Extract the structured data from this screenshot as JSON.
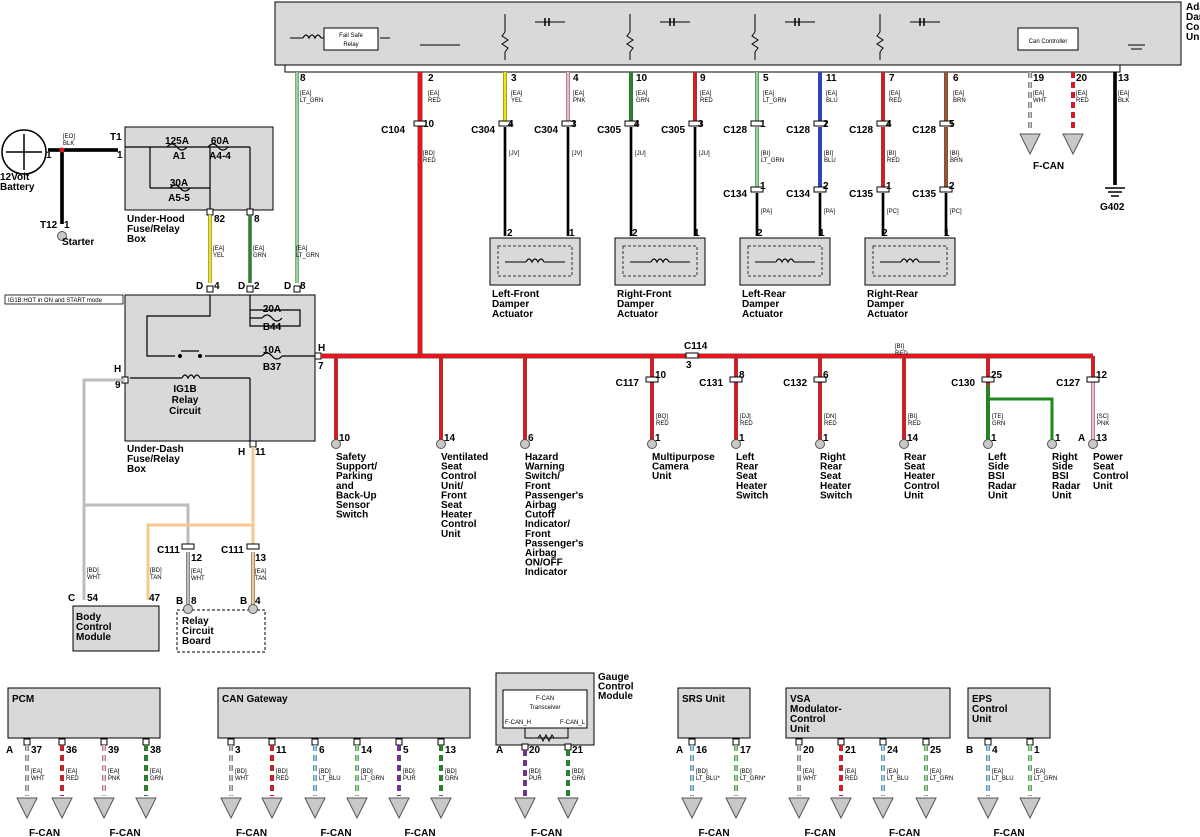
{
  "top_unit": {
    "title": [
      "Adaptive",
      "Damper",
      "Control",
      "Unit"
    ],
    "fail_safe_relay": [
      "Fail Safe",
      "Relay"
    ],
    "can_controller": "Can Controller"
  },
  "battery": {
    "label": [
      "12Volt",
      "Battery"
    ],
    "pin": "1",
    "wire": [
      "[EO]",
      "BLK"
    ]
  },
  "starter": {
    "connector": "T12",
    "pin": "1",
    "label": "Starter"
  },
  "under_hood": {
    "label": [
      "Under-Hood",
      "Fuse/Relay",
      "Box"
    ],
    "connector": "T1",
    "pin": "1",
    "fuses": [
      {
        "amp": "125A",
        "name": "A1"
      },
      {
        "amp": "60A",
        "name": "A4-4"
      },
      {
        "amp": "30A",
        "name": "A5-5"
      }
    ],
    "pins": [
      "82",
      "8"
    ]
  },
  "under_dash": {
    "label": [
      "Under-Dash",
      "Fuse/Relay",
      "Box"
    ],
    "note": "IG1B:HOT in ON and START mode",
    "fuses": [
      {
        "amp": "20A",
        "name": "B44"
      },
      {
        "amp": "10A",
        "name": "B37"
      }
    ],
    "relay": [
      "IG1B",
      "Relay",
      "Circuit"
    ],
    "pins": {
      "d4": "4",
      "d2": "2",
      "d8": "8",
      "h7": "7",
      "h9": "9",
      "h11": "11",
      "D": "D",
      "H": "H"
    }
  },
  "wires_top": [
    {
      "pin": "8",
      "w1": [
        "[EA]",
        "LT_GRN"
      ]
    },
    {
      "pin": "2",
      "w1": [
        "[EA]",
        "RED"
      ],
      "conn": "C104",
      "cpin": "10",
      "w2": [
        "[BD]",
        "RED"
      ]
    },
    {
      "pin": "3",
      "w1": [
        "[EA]",
        "YEL"
      ],
      "conn": "C304",
      "cpin": "4",
      "w2": [
        "[JV]"
      ]
    },
    {
      "pin": "4",
      "w1": [
        "[EA]",
        "PNK"
      ],
      "conn": "C304",
      "cpin": "3",
      "w2": [
        "[JV]"
      ]
    },
    {
      "pin": "10",
      "w1": [
        "[EA]",
        "GRN"
      ],
      "conn": "C305",
      "cpin": "4",
      "w2": [
        "[JU]"
      ]
    },
    {
      "pin": "9",
      "w1": [
        "[EA]",
        "RED"
      ],
      "conn": "C305",
      "cpin": "3",
      "w2": [
        "[JU]"
      ]
    },
    {
      "pin": "5",
      "w1": [
        "[EA]",
        "LT_GRN"
      ],
      "conn": "C128",
      "cpin": "1",
      "w2": [
        "[BI]",
        "LT_GRN"
      ],
      "conn2": "C134",
      "cpin2": "1",
      "w3": "[PA]"
    },
    {
      "pin": "11",
      "w1": [
        "[EA]",
        "BLU"
      ],
      "conn": "C128",
      "cpin": "2",
      "w2": [
        "[BI]",
        "BLU"
      ],
      "conn2": "C134",
      "cpin2": "2",
      "w3": "[PA]"
    },
    {
      "pin": "7",
      "w1": [
        "[EA]",
        "RED"
      ],
      "conn": "C128",
      "cpin": "4",
      "w2": [
        "[BI]",
        "RED"
      ],
      "conn2": "C135",
      "cpin2": "1",
      "w3": "[PC]"
    },
    {
      "pin": "6",
      "w1": [
        "[EA]",
        "BRN"
      ],
      "conn": "C128",
      "cpin": "5",
      "w2": [
        "[BI]",
        "BRN"
      ],
      "conn2": "C135",
      "cpin2": "2",
      "w3": "[PC]"
    },
    {
      "pin": "19",
      "w1": [
        "[EA]",
        "WHT"
      ]
    },
    {
      "pin": "20",
      "w1": [
        "[EA]",
        "RED"
      ]
    },
    {
      "pin": "13",
      "w1": [
        "[EA]",
        "BLK"
      ]
    }
  ],
  "can_right": "F-CAN",
  "ground": "G402",
  "actuators": [
    {
      "label": [
        "Left-Front",
        "Damper",
        "Actuator"
      ],
      "p1": "2",
      "p2": "1"
    },
    {
      "label": [
        "Right-Front",
        "Damper",
        "Actuator"
      ],
      "p1": "2",
      "p2": "1"
    },
    {
      "label": [
        "Left-Rear",
        "Damper",
        "Actuator"
      ],
      "p1": "2",
      "p2": "1"
    },
    {
      "label": [
        "Right-Rear",
        "Damper",
        "Actuator"
      ],
      "p1": "2",
      "p2": "1"
    }
  ],
  "underhood_wires": [
    [
      "[EA]",
      "YEL"
    ],
    [
      "[EA]",
      "GRN"
    ],
    [
      "[EA]",
      "LT_GRN"
    ]
  ],
  "bus": {
    "conn": "C114",
    "pin": "3",
    "wire": [
      "[BI]",
      "RED"
    ]
  },
  "loads_left": [
    {
      "pin": "10",
      "label": [
        "Safety",
        "Support/",
        "Parking",
        "and",
        "Back-Up",
        "Sensor",
        "Switch"
      ]
    },
    {
      "pin": "14",
      "label": [
        "Ventilated",
        "Seat",
        "Control",
        "Unit/",
        "Front",
        "Seat",
        "Heater",
        "Control",
        "Unit"
      ]
    },
    {
      "pin": "6",
      "label": [
        "Hazard",
        "Warning",
        "Switch/",
        "Front",
        "Passenger's",
        "Airbag",
        "Cutoff",
        "Indicator/",
        "Front",
        "Passenger's",
        "Airbag",
        "ON/OFF",
        "Indicator"
      ]
    }
  ],
  "loads_right": [
    {
      "conn": "C117",
      "cpin": "10",
      "wire": [
        "[BQ]",
        "RED"
      ],
      "pin": "1",
      "label": [
        "Multipurpose",
        "Camera",
        "Unit"
      ]
    },
    {
      "conn": "C131",
      "cpin": "8",
      "wire": [
        "[DJ]",
        "RED"
      ],
      "pin": "1",
      "label": [
        "Left",
        "Rear",
        "Seat",
        "Heater",
        "Switch"
      ]
    },
    {
      "conn": "C132",
      "cpin": "6",
      "wire": [
        "[DN]",
        "RED"
      ],
      "pin": "1",
      "label": [
        "Right",
        "Rear",
        "Seat",
        "Heater",
        "Switch"
      ]
    },
    {
      "conn": "",
      "cpin": "",
      "wire": [
        "[BI]",
        "RED"
      ],
      "pin": "14",
      "label": [
        "Rear",
        "Seat",
        "Heater",
        "Control",
        "Unit"
      ]
    },
    {
      "conn": "C130",
      "cpin": "25",
      "wire": [
        "[TE]",
        "GRN"
      ],
      "pin": "1",
      "label": [
        "Left",
        "Side",
        "BSI",
        "Radar",
        "Unit"
      ]
    },
    {
      "conn": "",
      "cpin": "",
      "wire": [],
      "pin": "1",
      "label": [
        "Right",
        "Side",
        "BSI",
        "Radar",
        "Unit"
      ]
    },
    {
      "conn": "C127",
      "cpin": "12",
      "wire": [
        "[SC]",
        "PNK"
      ],
      "pin": "13",
      "pinA": "A",
      "label": [
        "Power",
        "Seat",
        "Control",
        "Unit"
      ]
    }
  ],
  "lower_left": {
    "c111a": {
      "conn": "C111",
      "pin": "12",
      "wire": [
        "[EA]",
        "WHT"
      ]
    },
    "c111b": {
      "conn": "C111",
      "pin": "13",
      "wire": [
        "[EA]",
        "TAN"
      ]
    },
    "bd_wht": [
      "[BD]",
      "WHT"
    ],
    "bd_tan": [
      "[BD]",
      "TAN"
    ],
    "bcm": {
      "label": [
        "Body",
        "Control",
        "Module"
      ],
      "c": "C",
      "p1": "54",
      "p2": "47"
    },
    "rcb": {
      "label": [
        "Relay",
        "Circuit",
        "Board"
      ],
      "b1": "B",
      "p1": "8",
      "b2": "B",
      "p2": "4"
    }
  },
  "bottom_modules": [
    {
      "name": [
        "PCM"
      ],
      "conn": "A",
      "wires": [
        {
          "pin": "37",
          "w": [
            "[EA]",
            "WHT"
          ]
        },
        {
          "pin": "36",
          "w": [
            "[EA]",
            "RED"
          ]
        },
        {
          "pin": "39",
          "w": [
            "[EA]",
            "PNK"
          ]
        },
        {
          "pin": "38",
          "w": [
            "[EA]",
            "GRN"
          ]
        }
      ],
      "can": [
        "F-CAN",
        "F-CAN"
      ]
    },
    {
      "name": [
        "CAN Gateway"
      ],
      "conn": "",
      "wires": [
        {
          "pin": "3",
          "w": [
            "[BD]",
            "WHT"
          ]
        },
        {
          "pin": "11",
          "w": [
            "[BD]",
            "RED"
          ]
        },
        {
          "pin": "6",
          "w": [
            "[BD]",
            "LT_BLU"
          ]
        },
        {
          "pin": "14",
          "w": [
            "[BD]",
            "LT_GRN"
          ]
        },
        {
          "pin": "5",
          "w": [
            "[BD]",
            "PUR"
          ]
        },
        {
          "pin": "13",
          "w": [
            "[BD]",
            "GRN"
          ]
        }
      ],
      "can": [
        "F-CAN",
        "F-CAN",
        "F-CAN"
      ]
    },
    {
      "name": [
        "Gauge",
        "Control",
        "Module"
      ],
      "conn": "A",
      "transceiver": [
        "F-CAN",
        "Transceiver"
      ],
      "can_h": "F-CAN_H",
      "can_l": "F-CAN_L",
      "wires": [
        {
          "pin": "20",
          "w": [
            "[BD]",
            "PUR"
          ]
        },
        {
          "pin": "21",
          "w": [
            "[BD]",
            "GRN"
          ]
        }
      ],
      "can": [
        "F-CAN"
      ]
    },
    {
      "name": [
        "SRS Unit"
      ],
      "conn": "A",
      "wires": [
        {
          "pin": "16",
          "w": [
            "[BD]",
            "LT_BLU*"
          ]
        },
        {
          "pin": "17",
          "w": [
            "[BD]",
            "LT_GRN*"
          ]
        }
      ],
      "can": [
        "F-CAN"
      ]
    },
    {
      "name": [
        "VSA",
        "Modulator-",
        "Control",
        "Unit"
      ],
      "conn": "",
      "wires": [
        {
          "pin": "20",
          "w": [
            "[EA]",
            "WHT"
          ]
        },
        {
          "pin": "21",
          "w": [
            "[EA]",
            "RED"
          ]
        },
        {
          "pin": "24",
          "w": [
            "[EA]",
            "LT_BLU"
          ]
        },
        {
          "pin": "25",
          "w": [
            "[EA]",
            "LT_GRN"
          ]
        }
      ],
      "can": [
        "F-CAN",
        "F-CAN"
      ]
    },
    {
      "name": [
        "EPS",
        "Control",
        "Unit"
      ],
      "conn": "B",
      "wires": [
        {
          "pin": "4",
          "w": [
            "[EA]",
            "LT_BLU"
          ]
        },
        {
          "pin": "1",
          "w": [
            "[EA]",
            "LT_GRN"
          ]
        }
      ],
      "can": [
        "F-CAN"
      ]
    }
  ],
  "colors": {
    "RED": "#e8141c",
    "YEL": "#f2e600",
    "PNK": "#f7b8c8",
    "GRN": "#1f8a1f",
    "LT_GRN": "#8fd88f",
    "BLU": "#1f3fe0",
    "BRN": "#a0522d",
    "BLK": "#000000",
    "WHT": "#bdbdbd",
    "TAN": "#f7c98c",
    "LT_BLU": "#8fd0ef",
    "PUR": "#7a2a9a",
    "box": "#d9d9d9"
  }
}
